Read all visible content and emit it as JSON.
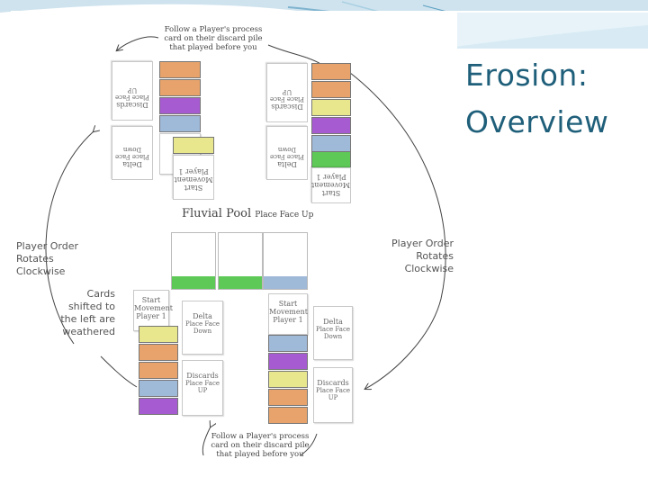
{
  "slide": {
    "title_line1": "Erosion:",
    "title_line2": "Overview",
    "accent_color": "#1f5f7a"
  },
  "diagram": {
    "top_note": [
      "Follow a Player's process",
      "card on their discard pile",
      "that played before you"
    ],
    "bottom_note": [
      "Follow a Player's process",
      "card on their discard pile",
      "that played before you"
    ],
    "left_label": [
      "Player Order",
      "Rotates",
      "Clockwise"
    ],
    "right_label": [
      "Player Order",
      "Rotates",
      "Clockwise"
    ],
    "weathered_label": [
      "Cards",
      "shifted to",
      "the left are",
      "weathered"
    ],
    "pool_title": "Fluvial Pool",
    "pool_subtitle": "Place Face Up",
    "delta_label": "Delta",
    "discards_label": "Discards",
    "place_face_down": "Place Face Down",
    "place_face_up": "Place Face UP",
    "start_movement_player": "Start Movement Player 1",
    "card_colors": {
      "orange": "#e7a36b",
      "green": "#5ec957",
      "blue": "#9fb9d8",
      "purple": "#a65cd0",
      "yellow": "#e8e78e"
    }
  }
}
